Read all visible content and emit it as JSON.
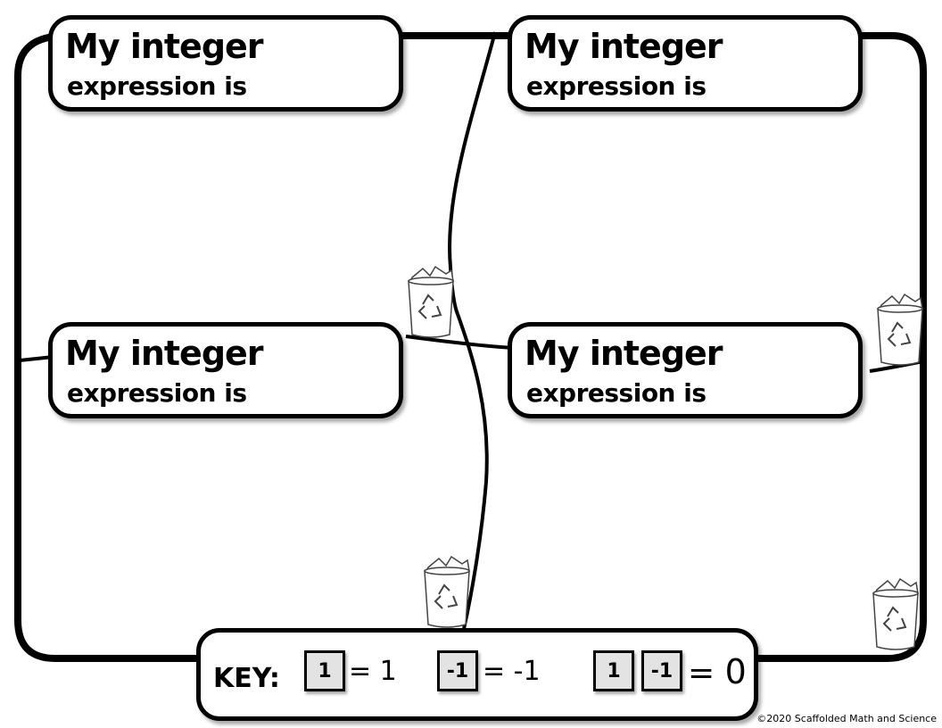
{
  "mat_boxes": [
    {
      "line1": "My integer",
      "line2": "expression is"
    },
    {
      "line1": "My integer",
      "line2": "expression is"
    },
    {
      "line1": "My integer",
      "line2": "expression is"
    },
    {
      "line1": "My integer",
      "line2": "expression is"
    }
  ],
  "key": {
    "label": "KEY:",
    "positive_tile": "1",
    "positive_eq": "= 1",
    "negative_tile": "-1",
    "negative_eq": "= -1",
    "zero_pair_tiles": [
      "1",
      "-1"
    ],
    "zero_pair_eq": "=",
    "zero_value": "0"
  },
  "icons": {
    "bins": [
      "recycle-bin-icon",
      "recycle-bin-icon",
      "recycle-bin-icon",
      "recycle-bin-icon"
    ]
  },
  "colors": {
    "tile_fill": "#e3e3e3",
    "outline": "#000000"
  },
  "copyright": "©2020 Scaffolded Math and Science"
}
